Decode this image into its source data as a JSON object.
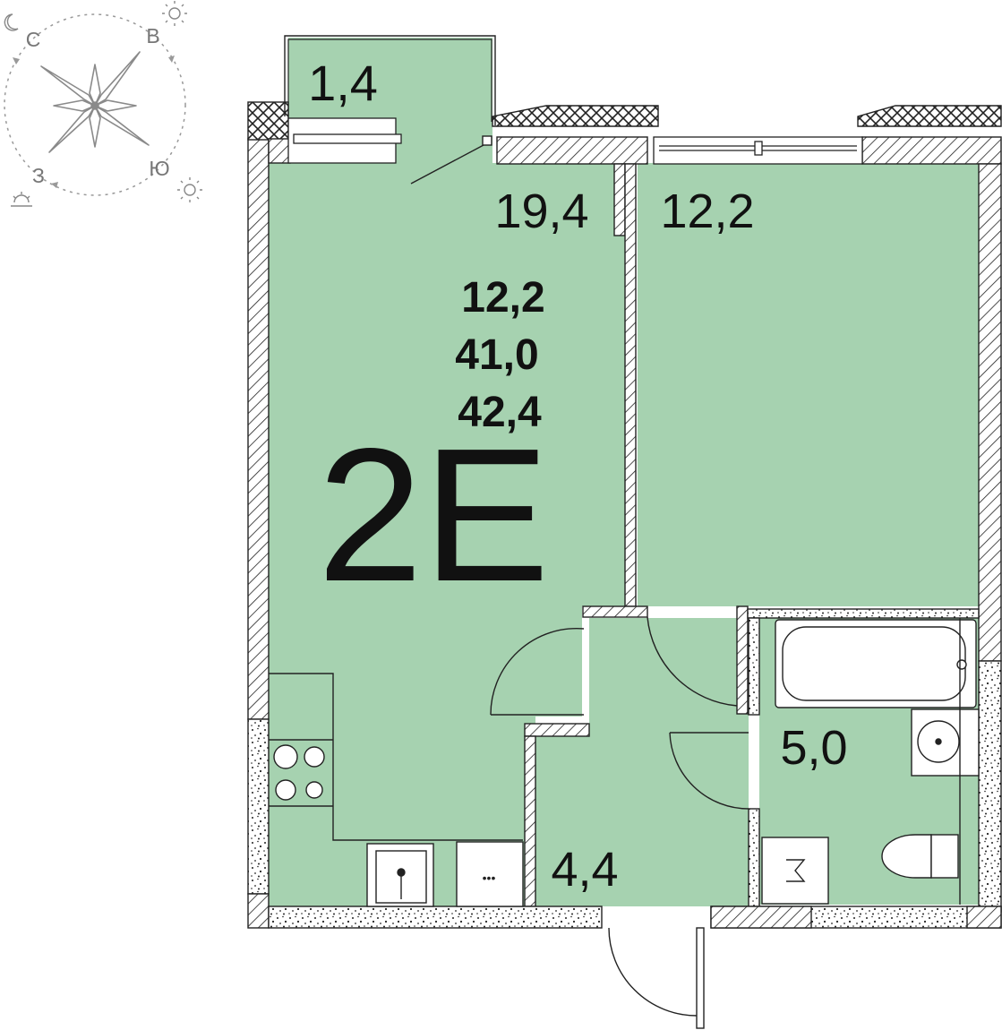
{
  "compass": {
    "north": "С",
    "east": "В",
    "south": "Ю",
    "west": "З"
  },
  "rooms": {
    "balcony": "1,4",
    "kitchen_living": "19,4",
    "bedroom": "12,2",
    "hallway": "4,4",
    "bathroom": "5,0"
  },
  "summary": {
    "living_area": "12,2",
    "total_area": "41,0",
    "total_with_balcony": "42,4",
    "type": "2Е"
  },
  "colors": {
    "room_fill": "#a6d2b0",
    "wall": "#222222",
    "background": "#ffffff"
  }
}
